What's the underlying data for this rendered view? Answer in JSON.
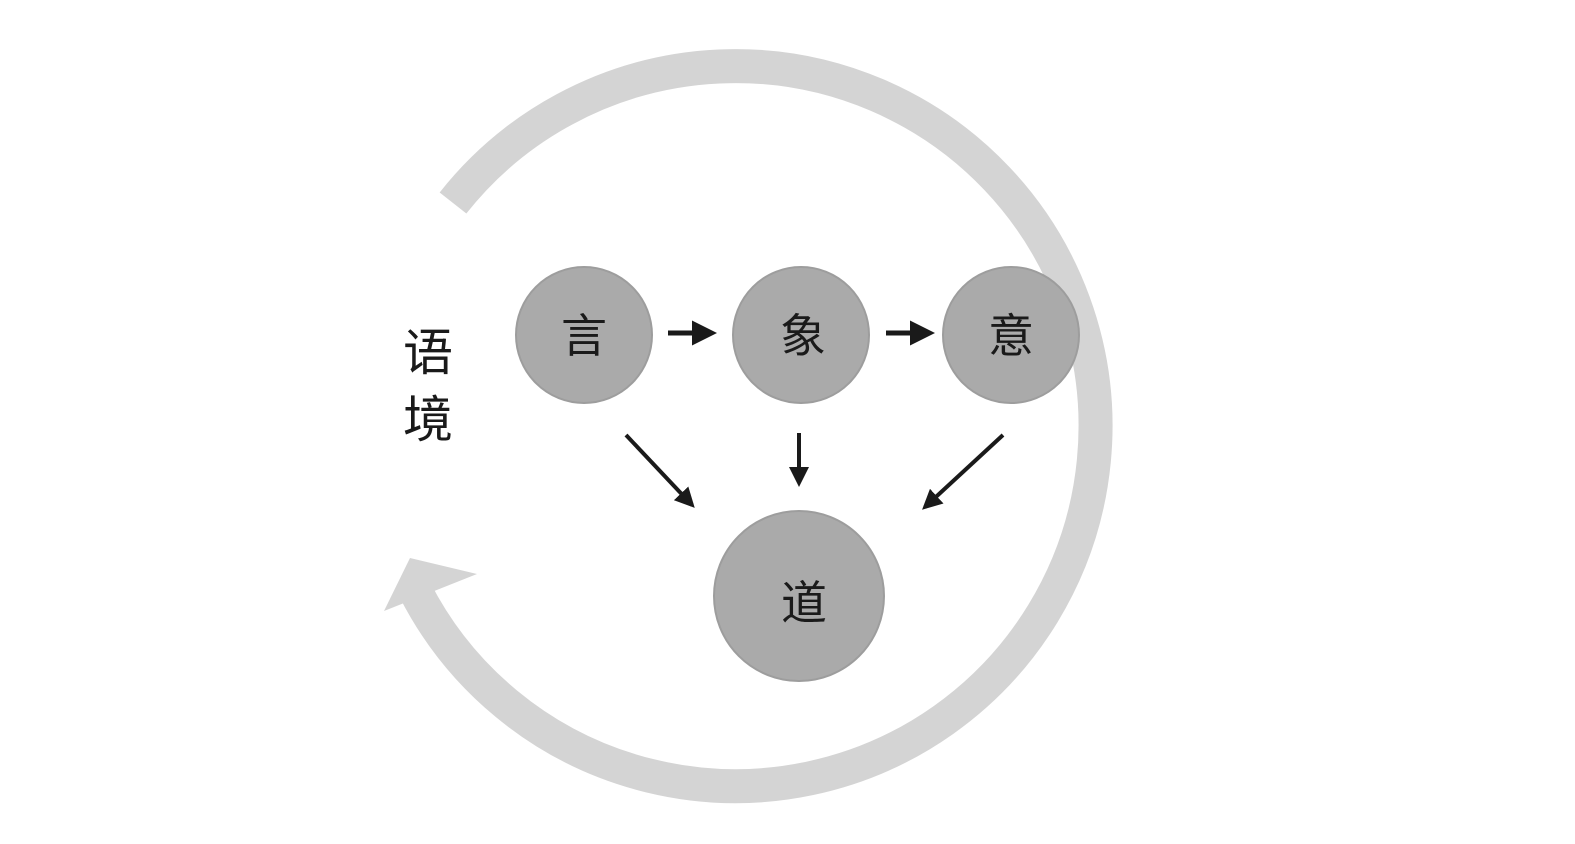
{
  "context": {
    "char1": "语",
    "char2": "境"
  },
  "nodes": {
    "yan": "言",
    "xiang": "象",
    "yi": "意",
    "dao": "道"
  },
  "colors": {
    "node_fill": "#aaaaaa",
    "cycle_arrow": "#d4d4d4",
    "arrow": "#1a1a1a",
    "text": "#1a1a1a"
  }
}
